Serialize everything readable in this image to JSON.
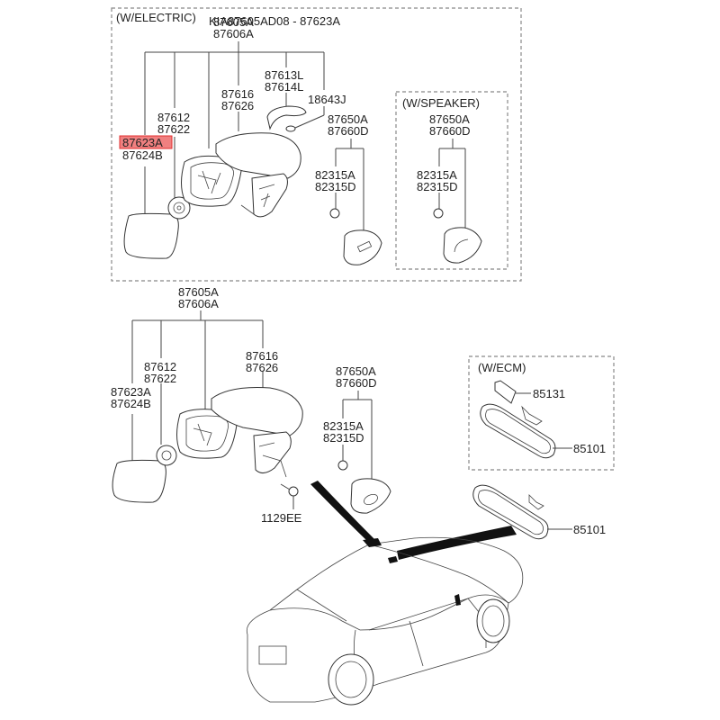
{
  "overlay_title": "KIA87605AD08 - 87623A",
  "highlight_color": "#f08080",
  "groups": {
    "electric": {
      "title": "(W/ELECTRIC)",
      "assembly": [
        "87605A",
        "87606A"
      ],
      "glass": [
        "87623A",
        "87624B"
      ],
      "actuator": [
        "87612",
        "87622"
      ],
      "cover": [
        "87616",
        "87626"
      ],
      "repeater": [
        "87613L",
        "87614L"
      ],
      "harness": "18643J",
      "garnish": [
        "87650A",
        "87660D"
      ],
      "clip": [
        "82315A",
        "82315D"
      ],
      "highlighted_part": "87623A"
    },
    "speaker": {
      "title": "(W/SPEAKER)",
      "garnish": [
        "87650A",
        "87660D"
      ],
      "clip": [
        "82315A",
        "82315D"
      ]
    },
    "manual": {
      "assembly": [
        "87605A",
        "87606A"
      ],
      "glass": [
        "87623A",
        "87624B"
      ],
      "actuator": [
        "87612",
        "87622"
      ],
      "cover": [
        "87616",
        "87626"
      ],
      "garnish": [
        "87650A",
        "87660D"
      ],
      "clip": [
        "82315A",
        "82315D"
      ],
      "bolt": "1129EE"
    },
    "ecm": {
      "title": "(W/ECM)",
      "cover": "85131",
      "mirror": "85101"
    },
    "inside_mirror": "85101"
  }
}
